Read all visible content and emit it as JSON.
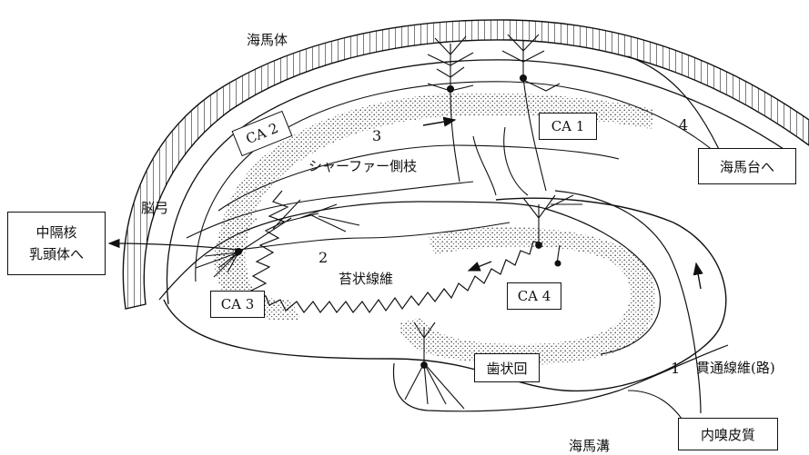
{
  "labels": {
    "hippocampal_body": "海馬体",
    "fornix": "脳弓",
    "schaffer_collateral": "シャーファー側枝",
    "mossy_fiber": "苔状線維",
    "perforant_path": "貫通線維(路)",
    "hippocampal_sulcus": "海馬溝"
  },
  "boxes": {
    "ca1": "CA 1",
    "ca2": "CA 2",
    "ca3": "CA 3",
    "ca4": "CA 4",
    "dentate_gyrus": "歯状回",
    "subiculum": "海馬台へ",
    "septal_nucleus_line1": "中隔核",
    "septal_nucleus_line2": "乳頭体へ",
    "entorhinal_cortex": "内嗅皮質"
  },
  "pathway_numbers": {
    "n1": "1",
    "n2": "2",
    "n3": "3",
    "n4": "4"
  }
}
